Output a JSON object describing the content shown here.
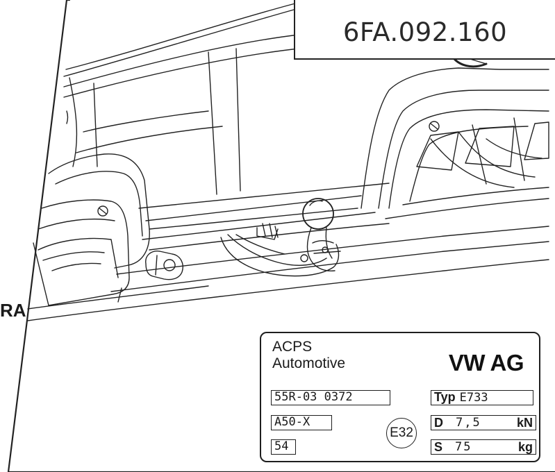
{
  "drawing": {
    "part_number": "6FA.092.160",
    "side_label": "RA",
    "components": [
      "rear-bumper",
      "tow-ball",
      "swivel-bracket",
      "mounting-bolt",
      "diffuser-vents"
    ]
  },
  "type_plate": {
    "maker_line1": "ACPS",
    "maker_line2": "Automotive",
    "brand": "VW AG",
    "approval_number": "55R-03 0372",
    "variant": "A50-X",
    "code": "54",
    "typ_label": "Typ",
    "typ_value": "E733",
    "d_label": "D",
    "d_value": "7,5",
    "d_unit": "kN",
    "s_label": "S",
    "s_value": "75",
    "s_unit": "kg",
    "e_mark": "E32"
  }
}
